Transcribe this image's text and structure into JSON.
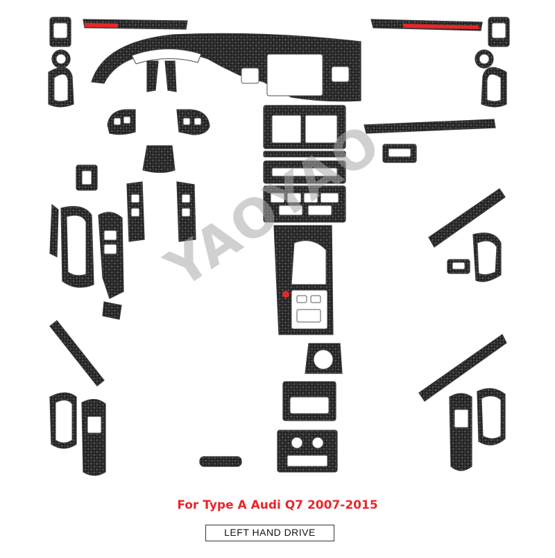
{
  "watermark": {
    "text": "YAOYAO"
  },
  "caption": {
    "text": "For Type A Audi Q7 2007-2015",
    "color": "#e8262b"
  },
  "drive_label": {
    "text": "LEFT HAND DRIVE"
  },
  "colors": {
    "carbon_dark": "#1c1c1c",
    "carbon_light": "#4a4a4a",
    "accent_red": "#e8262b",
    "background": "#ffffff"
  }
}
